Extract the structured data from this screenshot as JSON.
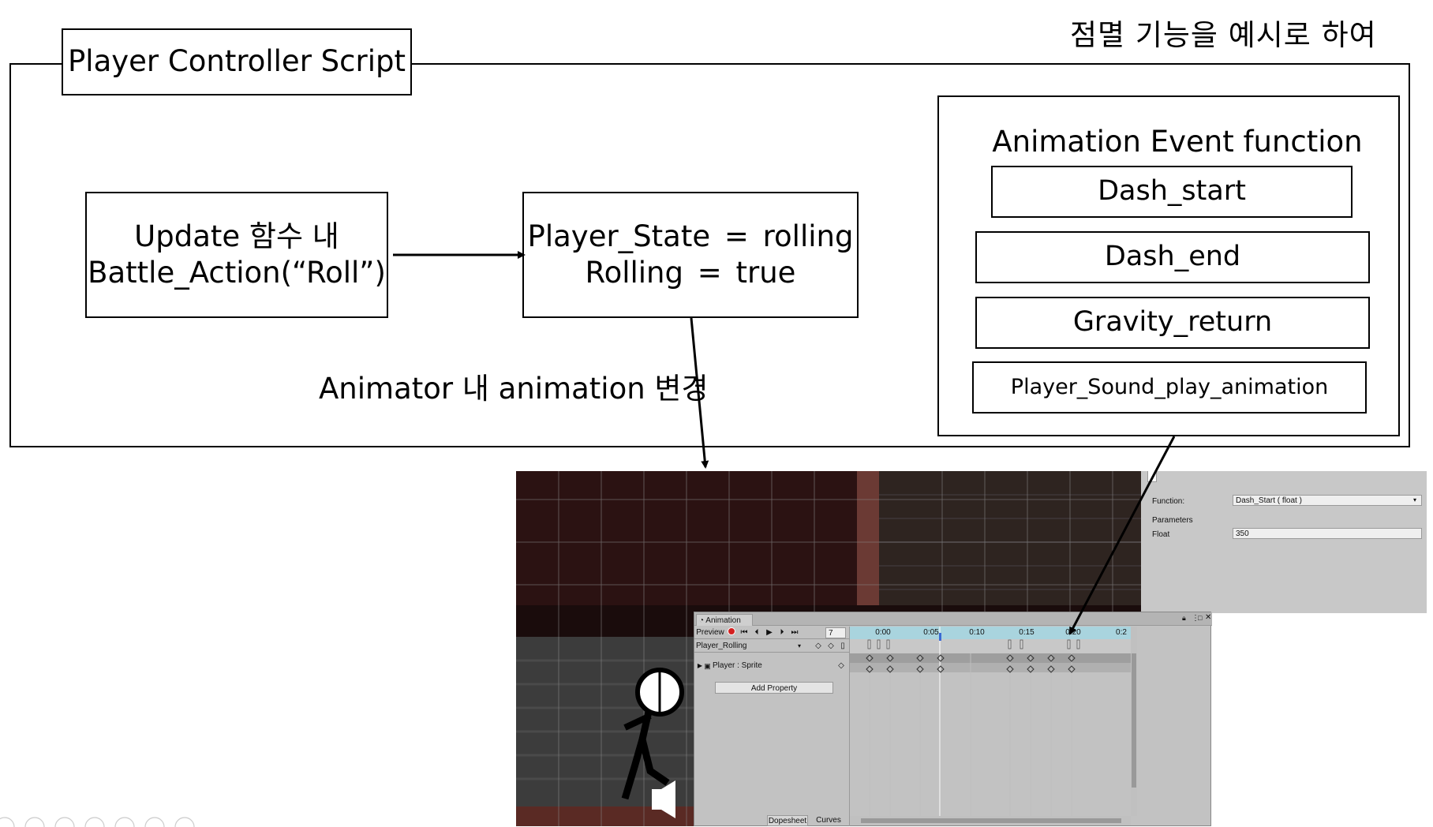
{
  "korean_note": "점멸 기능을 예시로 하여",
  "script_frame": {
    "title": "Player Controller Script"
  },
  "update_box": {
    "line1": "Update 함수 내",
    "line2": "Battle_Action(“Roll”)"
  },
  "state_box": {
    "line1": "Player_State = rolling",
    "line2": "Rolling = true"
  },
  "animator_label": "Animator 내 animation 변경",
  "events_box": {
    "title": "Animation Event function",
    "items": [
      "Dash_start",
      "Dash_end",
      "Gravity_return",
      "Player_Sound_play_animation"
    ]
  },
  "inspector": {
    "function_label": "Function:",
    "function_value": "Dash_Start ( float )",
    "parameters_label": "Parameters",
    "float_label": "Float",
    "float_value": "350"
  },
  "animation_window": {
    "tab": "Animation",
    "preview": "Preview",
    "frame": "7",
    "clip": "Player_Rolling",
    "property": "Player : Sprite",
    "add_property": "Add Property",
    "ticks": [
      "0:00",
      "0:05",
      "0:10",
      "0:15",
      "0:20",
      "0:2"
    ],
    "bottom_tabs": [
      "Dopesheet",
      "Curves"
    ]
  },
  "colors": {
    "stroke": "#000000",
    "timeline_header": "#a9d4de",
    "game_bg": "#2a1414",
    "record": "#d42020"
  }
}
